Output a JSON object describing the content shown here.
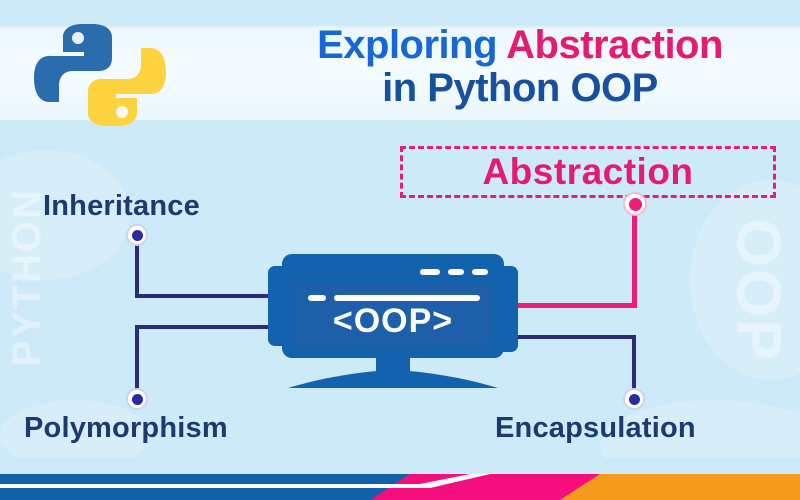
{
  "meta": {
    "background_color": "#cdeaf8",
    "accent_blue": "#1668d6",
    "accent_pink": "#e61a72",
    "accent_navy": "#1d3a70",
    "accent_orange": "#f59b1c"
  },
  "header": {
    "logo_name": "python-logo",
    "title_part1": "Exploring ",
    "title_part2": "Abstraction",
    "title_line2": "in Python OOP"
  },
  "watermarks": {
    "left": "PYTHON",
    "right": "OOP"
  },
  "highlight": {
    "label": "Abstraction",
    "border_color": "#e51f78",
    "text_color": "#e61a72"
  },
  "center": {
    "screen_text": "<OOP>",
    "device_name": "monitor"
  },
  "pillars": [
    {
      "label": "Inheritance",
      "color": "#1d3a70",
      "position": "top-left"
    },
    {
      "label": "Polymorphism",
      "color": "#1d3a70",
      "position": "bottom-left"
    },
    {
      "label": "Encapsulation",
      "color": "#1d3a70",
      "position": "bottom-right"
    },
    {
      "label": "Abstraction",
      "color": "#e61a72",
      "position": "top-right"
    }
  ],
  "bottom_bar": {
    "segment_blue": "#1260a8",
    "segment_pink": "#f50f7e",
    "segment_orange": "#f59b1c",
    "stripe": "#ffffff"
  }
}
